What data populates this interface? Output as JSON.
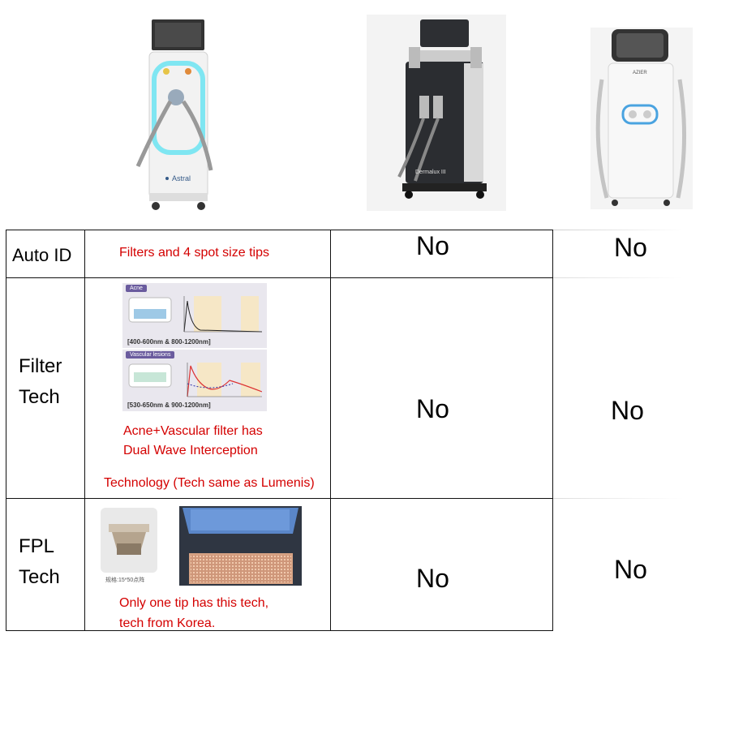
{
  "devices": [
    {
      "icon": "device-astral-icon",
      "brand_text": "Astral"
    },
    {
      "icon": "device-dermatix-icon",
      "brand_text": "Dermalux III"
    },
    {
      "icon": "device-azier-icon",
      "brand_text": "AZIER"
    }
  ],
  "rows": [
    {
      "label": "Auto ID",
      "astral": "Filters and 4 spot size tips",
      "device2": "No",
      "device3": "No"
    },
    {
      "label_line1": "Filter",
      "label_line2": "Tech",
      "panels": [
        {
          "tag": "Acne",
          "range": "[400-600nm & 800-1200nm]"
        },
        {
          "tag": "Vascular lesions",
          "range": "[530-650nm & 900-1200nm]"
        }
      ],
      "astral_line1": "Acne+Vascular filter has",
      "astral_line2": "Dual Wave Interception",
      "astral_line3": "Technology (Tech same as Lumenis)",
      "device2": "No",
      "device3": "No"
    },
    {
      "label_line1": "FPL",
      "label_line2": "Tech",
      "tip_caption": "规格:15*50点阵",
      "astral_line1": "Only one tip has this tech,",
      "astral_line2": "tech from Korea.",
      "device2": "No",
      "device3": "No"
    }
  ],
  "colors": {
    "note_red": "#d40000",
    "border": "#111111"
  }
}
